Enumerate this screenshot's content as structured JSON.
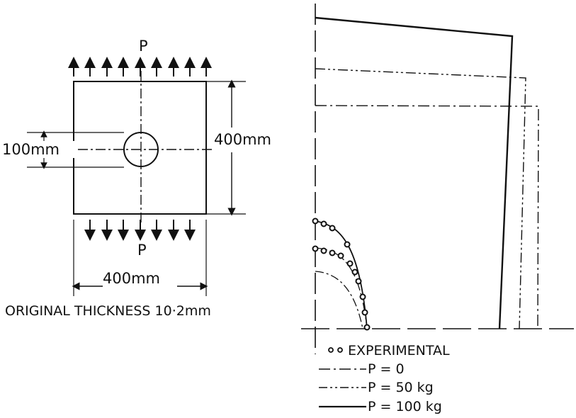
{
  "specimen": {
    "load_top": "P",
    "load_bottom": "P",
    "hole_dimension": "100mm",
    "height_dimension": "400mm",
    "width_dimension": "400mm",
    "thickness_note": "ORIGINAL THICKNESS 10·2mm"
  },
  "legend": {
    "experimental": "EXPERIMENTAL",
    "p0": "P = 0",
    "p50": "P = 50 kg",
    "p100": "P = 100 kg"
  }
}
